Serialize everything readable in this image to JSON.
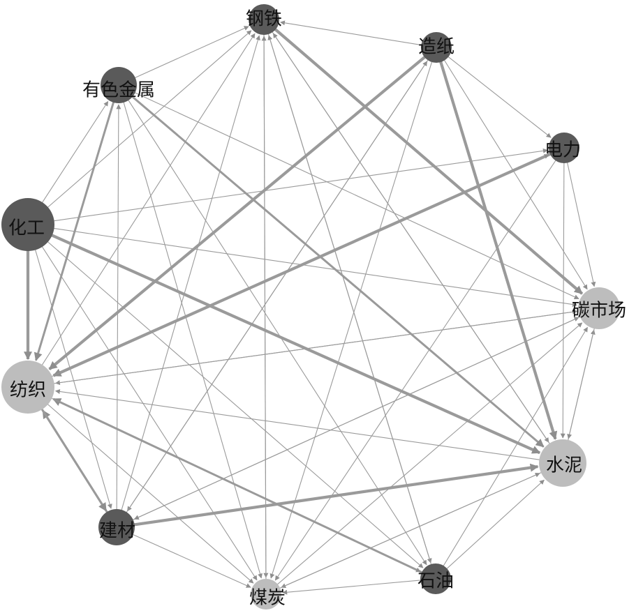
{
  "diagram": {
    "nodes": [
      {
        "id": "gangtie",
        "label": "钢铁",
        "tone": "dark"
      },
      {
        "id": "zaozhi",
        "label": "造纸",
        "tone": "dark"
      },
      {
        "id": "dianli",
        "label": "电力",
        "tone": "dark"
      },
      {
        "id": "tanshichang",
        "label": "碳市场",
        "tone": "light"
      },
      {
        "id": "shuini",
        "label": "水泥",
        "tone": "light"
      },
      {
        "id": "shiyou",
        "label": "石油",
        "tone": "dark"
      },
      {
        "id": "meitan",
        "label": "煤炭",
        "tone": "light"
      },
      {
        "id": "jiancai",
        "label": "建材",
        "tone": "dark"
      },
      {
        "id": "fangzhi",
        "label": "纺织",
        "tone": "light"
      },
      {
        "id": "huagong",
        "label": "化工",
        "tone": "dark"
      },
      {
        "id": "youse",
        "label": "有色金属",
        "tone": "dark"
      }
    ],
    "edges": [
      {
        "from": "huagong",
        "to": "fangzhi",
        "weight": "heavy"
      },
      {
        "from": "huagong",
        "to": "shuini",
        "weight": "heavy"
      },
      {
        "from": "huagong",
        "to": "youse",
        "weight": "light"
      },
      {
        "from": "huagong",
        "to": "gangtie",
        "weight": "light"
      },
      {
        "from": "huagong",
        "to": "dianli",
        "weight": "light"
      },
      {
        "from": "huagong",
        "to": "tanshichang",
        "weight": "light"
      },
      {
        "from": "huagong",
        "to": "jiancai",
        "weight": "light"
      },
      {
        "from": "huagong",
        "to": "meitan",
        "weight": "light"
      },
      {
        "from": "huagong",
        "to": "shiyou",
        "weight": "light"
      },
      {
        "from": "zaozhi",
        "to": "fangzhi",
        "weight": "heavy"
      },
      {
        "from": "zaozhi",
        "to": "shuini",
        "weight": "heavy"
      },
      {
        "from": "zaozhi",
        "to": "gangtie",
        "weight": "light"
      },
      {
        "from": "zaozhi",
        "to": "dianli",
        "weight": "light"
      },
      {
        "from": "zaozhi",
        "to": "tanshichang",
        "weight": "light"
      },
      {
        "from": "zaozhi",
        "to": "meitan",
        "weight": "light"
      },
      {
        "from": "zaozhi",
        "to": "jiancai",
        "weight": "light"
      },
      {
        "from": "gangtie",
        "to": "tanshichang",
        "weight": "heavy"
      },
      {
        "from": "gangtie",
        "to": "shiyou",
        "weight": "light"
      },
      {
        "from": "gangtie",
        "to": "meitan",
        "weight": "light"
      },
      {
        "from": "gangtie",
        "to": "shuini",
        "weight": "light"
      },
      {
        "from": "dianli",
        "to": "fangzhi",
        "weight": "heavy"
      },
      {
        "from": "dianli",
        "to": "shuini",
        "weight": "light"
      },
      {
        "from": "dianli",
        "to": "tanshichang",
        "weight": "light"
      },
      {
        "from": "dianli",
        "to": "meitan",
        "weight": "light"
      },
      {
        "from": "youse",
        "to": "shuini",
        "weight": "medium"
      },
      {
        "from": "youse",
        "to": "fangzhi",
        "weight": "medium"
      },
      {
        "from": "youse",
        "to": "gangtie",
        "weight": "light"
      },
      {
        "from": "youse",
        "to": "meitan",
        "weight": "light"
      },
      {
        "from": "youse",
        "to": "tanshichang",
        "weight": "light"
      },
      {
        "from": "youse",
        "to": "shiyou",
        "weight": "light"
      },
      {
        "from": "jiancai",
        "to": "shuini",
        "weight": "heavy"
      },
      {
        "from": "jiancai",
        "to": "fangzhi",
        "weight": "medium"
      },
      {
        "from": "jiancai",
        "to": "youse",
        "weight": "light"
      },
      {
        "from": "jiancai",
        "to": "gangtie",
        "weight": "light"
      },
      {
        "from": "jiancai",
        "to": "tanshichang",
        "weight": "light"
      },
      {
        "from": "jiancai",
        "to": "meitan",
        "weight": "light"
      },
      {
        "from": "jiancai",
        "to": "zaozhi",
        "weight": "light"
      },
      {
        "from": "fangzhi",
        "to": "jiancai",
        "weight": "medium"
      },
      {
        "from": "shiyou",
        "to": "fangzhi",
        "weight": "medium"
      },
      {
        "from": "shiyou",
        "to": "gangtie",
        "weight": "light"
      },
      {
        "from": "shiyou",
        "to": "tanshichang",
        "weight": "light"
      },
      {
        "from": "shiyou",
        "to": "shuini",
        "weight": "light"
      },
      {
        "from": "shiyou",
        "to": "meitan",
        "weight": "light"
      },
      {
        "from": "shuini",
        "to": "fangzhi",
        "weight": "light"
      },
      {
        "from": "shuini",
        "to": "tanshichang",
        "weight": "light"
      },
      {
        "from": "shuini",
        "to": "meitan",
        "weight": "light"
      },
      {
        "from": "shuini",
        "to": "gangtie",
        "weight": "light"
      },
      {
        "from": "tanshichang",
        "to": "fangzhi",
        "weight": "light"
      },
      {
        "from": "tanshichang",
        "to": "jiancai",
        "weight": "light"
      },
      {
        "from": "tanshichang",
        "to": "shuini",
        "weight": "light"
      },
      {
        "from": "meitan",
        "to": "tanshichang",
        "weight": "light"
      },
      {
        "from": "meitan",
        "to": "gangtie",
        "weight": "light"
      },
      {
        "from": "meitan",
        "to": "shuini",
        "weight": "light"
      },
      {
        "from": "fangzhi",
        "to": "gangtie",
        "weight": "light"
      },
      {
        "from": "fangzhi",
        "to": "meitan",
        "weight": "light"
      },
      {
        "from": "fangzhi",
        "to": "tanshichang",
        "weight": "light"
      },
      {
        "from": "fangzhi",
        "to": "dianli",
        "weight": "light"
      },
      {
        "from": "fangzhi",
        "to": "shiyou",
        "weight": "light"
      }
    ],
    "colors": {
      "dark_node": "#5a5a5a",
      "light_node": "#bdbdbd",
      "edge": "#9a9a9a",
      "label": "#111111"
    }
  }
}
